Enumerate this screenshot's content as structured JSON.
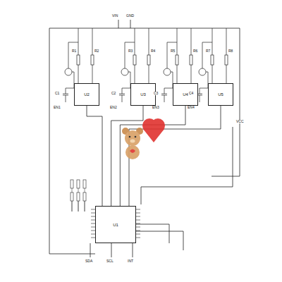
{
  "diagram": {
    "nodes": [
      {
        "text": [
          "U2"
        ]
      },
      {
        "text": [
          "U3"
        ]
      },
      {
        "text": [
          "U4"
        ]
      },
      {
        "text": [
          "U5"
        ]
      },
      {
        "text": [
          "U1"
        ]
      }
    ],
    "edges": [
      {
        "from": 0,
        "to": 4,
        "arrow": "none"
      },
      {
        "from": 1,
        "to": 4,
        "arrow": "none"
      },
      {
        "from": 2,
        "to": 4,
        "arrow": "none"
      },
      {
        "from": 3,
        "to": 4,
        "arrow": "none"
      }
    ],
    "labels": [
      "VIN",
      "GND",
      "R1",
      "R2",
      "R3",
      "R4",
      "R5",
      "R6",
      "R7",
      "R8",
      "C1",
      "C2",
      "C3",
      "C4",
      "SDA",
      "SCL",
      "INT",
      "EN1",
      "EN2",
      "EN3",
      "EN4",
      "VCC"
    ]
  }
}
